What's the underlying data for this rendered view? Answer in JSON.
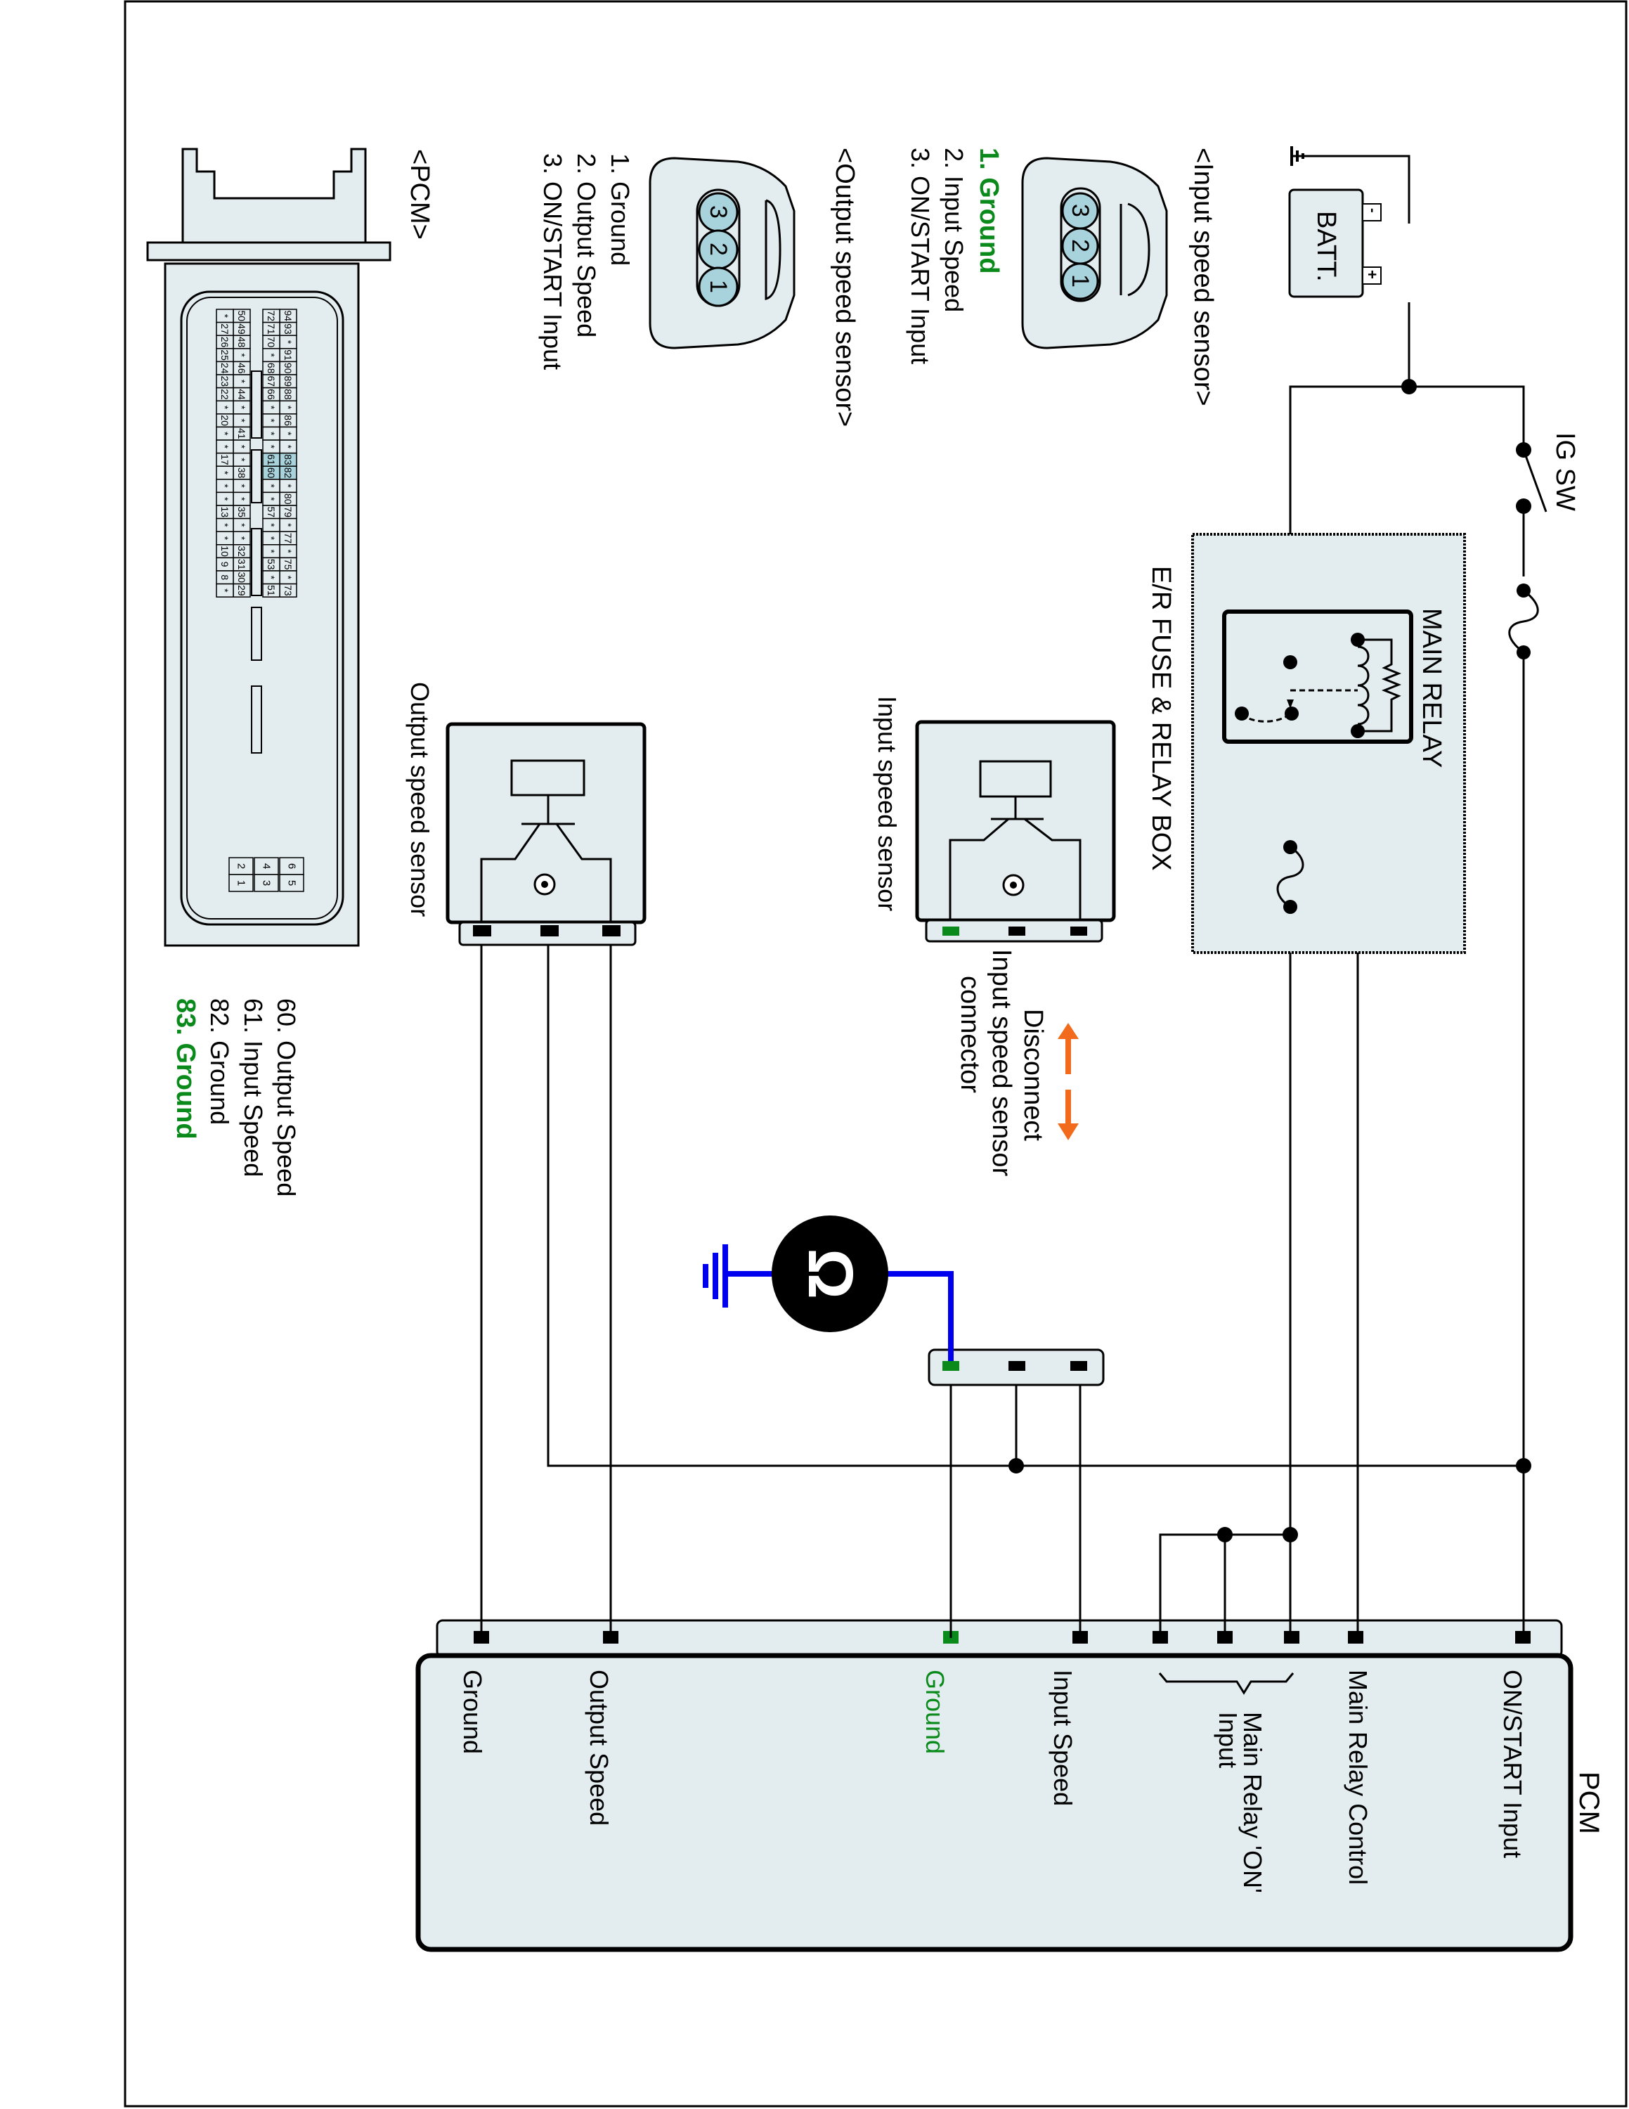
{
  "diagram": {
    "title": "Input speed sensor circuit check",
    "colors": {
      "highlight_green": "#0a8a1a",
      "meter_wire_blue": "#0000ee",
      "disconnect_arrow_orange": "#f26a1b",
      "component_fill": "#e3ecee",
      "pin_highlight": "#a9d3dc"
    },
    "power": {
      "battery_label": "BATT.",
      "battery_minus": "-",
      "battery_plus": "+",
      "ignition_switch_label": "IG SW"
    },
    "relay_box": {
      "label": "E/R FUSE & RELAY BOX",
      "relay_label": "MAIN RELAY"
    },
    "input_sensor_connector": {
      "title": "<Input speed sensor>",
      "pins": [
        "3",
        "2",
        "1"
      ],
      "pin_functions": [
        {
          "text": "1. Ground",
          "highlight": true
        },
        {
          "text": "2. Input Speed",
          "highlight": false
        },
        {
          "text": "3. ON/START Input",
          "highlight": false
        }
      ]
    },
    "output_sensor_connector": {
      "title": "<Output speed sensor>",
      "pins": [
        "3",
        "2",
        "1"
      ],
      "pin_functions": [
        {
          "text": "1. Ground",
          "highlight": false
        },
        {
          "text": "2. Output Speed",
          "highlight": false
        },
        {
          "text": "3. ON/START Input",
          "highlight": false
        }
      ]
    },
    "input_sensor": {
      "label": "Input speed sensor"
    },
    "output_sensor": {
      "label": "Output speed sensor"
    },
    "disconnect_note": {
      "line1": "Disconnect",
      "line2": "Input speed sensor",
      "line3": "connector"
    },
    "meter": {
      "symbol": "Ω",
      "name": "ohmmeter"
    },
    "pcm_connector": {
      "title": "<PCM>",
      "row_top_outer": [
        "94",
        "93",
        "*",
        "91",
        "90",
        "89",
        "88",
        "*",
        "86",
        "*",
        "*",
        "83",
        "82",
        "*",
        "80",
        "79",
        "*",
        "77",
        "*",
        "75",
        "*",
        "73"
      ],
      "row_top_inner": [
        "72",
        "71",
        "70",
        "*",
        "68",
        "67",
        "66",
        "*",
        "*",
        "*",
        "*",
        "61",
        "60",
        "*",
        "*",
        "57",
        "*",
        "*",
        "*",
        "53",
        "*",
        "51"
      ],
      "row_bottom_inner": [
        "50",
        "49",
        "48",
        "*",
        "46",
        "*",
        "44",
        "*",
        "*",
        "41",
        "*",
        "*",
        "38",
        "*",
        "*",
        "35",
        "*",
        "*",
        "32",
        "31",
        "30",
        "29"
      ],
      "row_bottom_outer": [
        "*",
        "27",
        "26",
        "25",
        "24",
        "23",
        "22",
        "*",
        "20",
        "*",
        "*",
        "17",
        "*",
        "*",
        "*",
        "13",
        "*",
        "*",
        "10",
        "9",
        "8",
        "*"
      ],
      "highlighted_pins": [
        "83",
        "82",
        "61",
        "60"
      ],
      "power_block": [
        [
          "6",
          "5"
        ],
        [
          "4",
          "3"
        ],
        [
          "2",
          "1"
        ]
      ],
      "pin_functions": [
        {
          "text": "60. Output Speed",
          "highlight": false
        },
        {
          "text": "61. Input Speed",
          "highlight": false
        },
        {
          "text": "82. Ground",
          "highlight": false
        },
        {
          "text": "83. Ground",
          "highlight": true
        }
      ]
    },
    "pcm": {
      "label": "PCM",
      "terminals": [
        {
          "text": "ON/START Input",
          "highlight": false
        },
        {
          "text": "Main Relay Control",
          "highlight": false
        },
        {
          "text": "Main Relay 'ON'",
          "highlight": false,
          "line2": "Input"
        },
        {
          "text": "Input Speed",
          "highlight": false
        },
        {
          "text": "Ground",
          "highlight": true
        },
        {
          "text": "Output Speed",
          "highlight": false
        },
        {
          "text": "Ground",
          "highlight": false
        }
      ]
    }
  }
}
